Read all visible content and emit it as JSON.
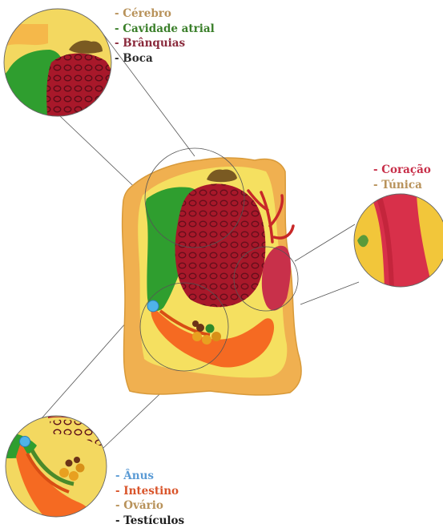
{
  "title": "",
  "colors": {
    "brain": "#b8925a",
    "atrial_cavity": "#3a7f2a",
    "gills": "#8a2a3c",
    "mouth": "#2e2e2e",
    "heart": "#c8304a",
    "tunic": "#b8925a",
    "anus": "#5b9bd5",
    "intestine": "#d9542a",
    "ovary": "#b8925a",
    "testicles": "#1e1e1e"
  },
  "labels": {
    "top": [
      {
        "text": "- Cérebro",
        "color": "#b8925a"
      },
      {
        "text": "- Cavidade atrial",
        "color": "#3a7f2a"
      },
      {
        "text": "- Brânquias",
        "color": "#8a2a3c"
      },
      {
        "text": "- Boca",
        "color": "#2e2e2e"
      }
    ],
    "right": [
      {
        "text": "- Coração",
        "color": "#c8304a"
      },
      {
        "text": "- Túnica",
        "color": "#b8925a"
      }
    ],
    "bottom": [
      {
        "text": "- Ânus",
        "color": "#5b9bd5"
      },
      {
        "text": "- Intestino",
        "color": "#d9542a"
      },
      {
        "text": "- Ovário",
        "color": "#b8925a"
      },
      {
        "text": "- Testículos",
        "color": "#1e1e1e"
      }
    ]
  }
}
